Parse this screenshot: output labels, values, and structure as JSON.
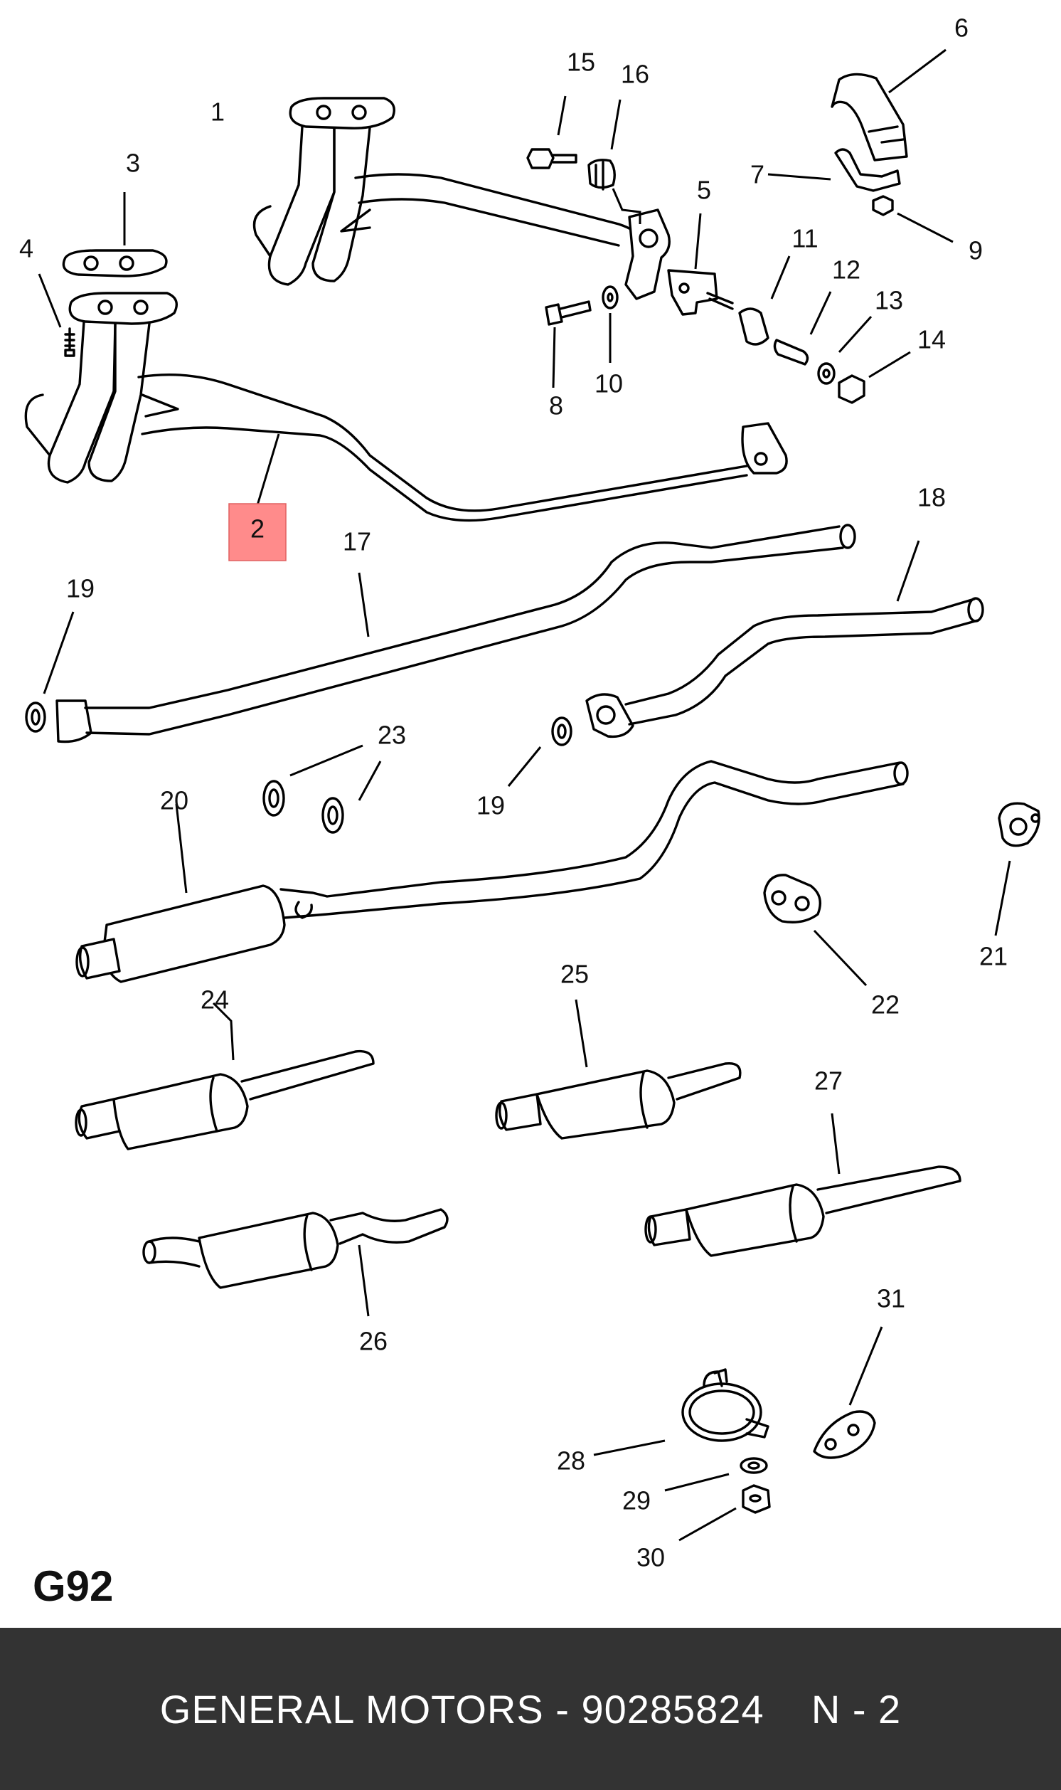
{
  "diagram": {
    "page_code": "G92",
    "highlighted_callout": "2",
    "highlight_color": "#ff8b8b",
    "callouts": [
      "1",
      "2",
      "3",
      "4",
      "5",
      "6",
      "7",
      "8",
      "9",
      "10",
      "11",
      "12",
      "13",
      "14",
      "15",
      "16",
      "17",
      "18",
      "19",
      "19",
      "20",
      "21",
      "22",
      "23",
      "24",
      "25",
      "26",
      "27",
      "28",
      "29",
      "30",
      "31"
    ]
  },
  "footer": {
    "background": "#333333",
    "brand": "GENERAL MOTORS",
    "separator": " - ",
    "part_number": "90285824",
    "gap": "    ",
    "position": "N - 2"
  }
}
